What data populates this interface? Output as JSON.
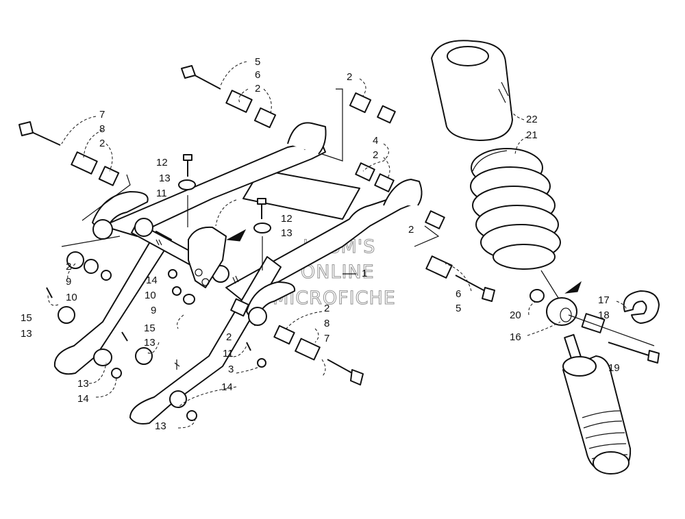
{
  "watermark": {
    "line1": "HLSM'S",
    "line2": "ONLINE",
    "line3": "MICROFICHE"
  },
  "callouts": [
    {
      "id": "c5a",
      "text": "5"
    },
    {
      "id": "c6a",
      "text": "6"
    },
    {
      "id": "c2a",
      "text": "2"
    },
    {
      "id": "c7a",
      "text": "7"
    },
    {
      "id": "c8a",
      "text": "8"
    },
    {
      "id": "c2b",
      "text": "2"
    },
    {
      "id": "c2c",
      "text": "2"
    },
    {
      "id": "c4",
      "text": "4"
    },
    {
      "id": "c2d",
      "text": "2"
    },
    {
      "id": "c12a",
      "text": "12"
    },
    {
      "id": "c13a",
      "text": "13"
    },
    {
      "id": "c11a",
      "text": "11"
    },
    {
      "id": "c12b",
      "text": "12"
    },
    {
      "id": "c13b",
      "text": "13"
    },
    {
      "id": "c2e",
      "text": "2"
    },
    {
      "id": "c1",
      "text": "1"
    },
    {
      "id": "c2f",
      "text": "2"
    },
    {
      "id": "c9a",
      "text": "9"
    },
    {
      "id": "c10a",
      "text": "10"
    },
    {
      "id": "c14a",
      "text": "14"
    },
    {
      "id": "c10b",
      "text": "10"
    },
    {
      "id": "c9b",
      "text": "9"
    },
    {
      "id": "c15a",
      "text": "15"
    },
    {
      "id": "c13c",
      "text": "13"
    },
    {
      "id": "c15b",
      "text": "15"
    },
    {
      "id": "c13d",
      "text": "13"
    },
    {
      "id": "c6b",
      "text": "6"
    },
    {
      "id": "c5b",
      "text": "5"
    },
    {
      "id": "c2g",
      "text": "2"
    },
    {
      "id": "c8b",
      "text": "8"
    },
    {
      "id": "c7b",
      "text": "7"
    },
    {
      "id": "c2h",
      "text": "2"
    },
    {
      "id": "c11b",
      "text": "11"
    },
    {
      "id": "c3",
      "text": "3"
    },
    {
      "id": "c14b",
      "text": "14"
    },
    {
      "id": "c13e",
      "text": "13"
    },
    {
      "id": "c14c",
      "text": "14"
    },
    {
      "id": "c13f",
      "text": "13"
    },
    {
      "id": "c22",
      "text": "22"
    },
    {
      "id": "c21",
      "text": "21"
    },
    {
      "id": "c20",
      "text": "20"
    },
    {
      "id": "c17",
      "text": "17"
    },
    {
      "id": "c18",
      "text": "18"
    },
    {
      "id": "c16",
      "text": "16"
    },
    {
      "id": "c19",
      "text": "19"
    }
  ]
}
